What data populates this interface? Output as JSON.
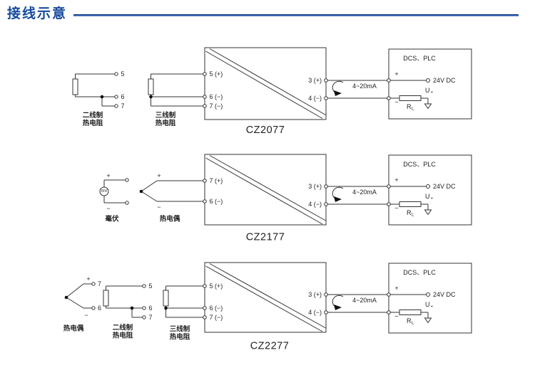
{
  "header": {
    "title": "接线示意"
  },
  "shared": {
    "signal_label": "4~20mA",
    "dcs": {
      "title": "DCS、PLC",
      "plus": "+",
      "minus": "−",
      "supply": "24V DC",
      "u_main": "U",
      "u_sub": "+",
      "r_main": "R",
      "r_sub": "L"
    }
  },
  "diagrams": [
    {
      "model": "CZ2077",
      "sensors": {
        "rtd2": {
          "label_line1": "二线制",
          "label_line2": "热电阻",
          "terminals": [
            "5",
            "6",
            "7"
          ]
        },
        "rtd3": {
          "label_line1": "三线制",
          "label_line2": "热电阻"
        }
      },
      "module": {
        "left_terminals": [
          "5 (+)",
          "6 (−)",
          "7 (−)"
        ],
        "right_terminals": [
          "3 (+)",
          "4 (−)"
        ]
      }
    },
    {
      "model": "CZ2177",
      "sensors": {
        "mv": {
          "label": "毫伏",
          "symbol": "mV",
          "plus": "+",
          "minus": "−"
        },
        "tc": {
          "label": "热电偶",
          "plus": "+",
          "minus": "−"
        }
      },
      "module": {
        "left_terminals": [
          "7 (+)",
          "6 (−)"
        ],
        "right_terminals": [
          "3 (+)",
          "4 (−)"
        ]
      }
    },
    {
      "model": "CZ2277",
      "sensors": {
        "tc": {
          "label": "热电偶",
          "plus": "+",
          "minus": "−",
          "terminals": [
            "7",
            "6"
          ]
        },
        "rtd2": {
          "label_line1": "二线制",
          "label_line2": "热电阻",
          "terminals": [
            "5",
            "6",
            "7"
          ]
        },
        "rtd3": {
          "label_line1": "三线制",
          "label_line2": "热电阻"
        }
      },
      "module": {
        "left_terminals": [
          "5 (+)",
          "6 (−)",
          "7 (−)"
        ],
        "right_terminals": [
          "3 (+)",
          "4 (−)"
        ]
      }
    }
  ]
}
